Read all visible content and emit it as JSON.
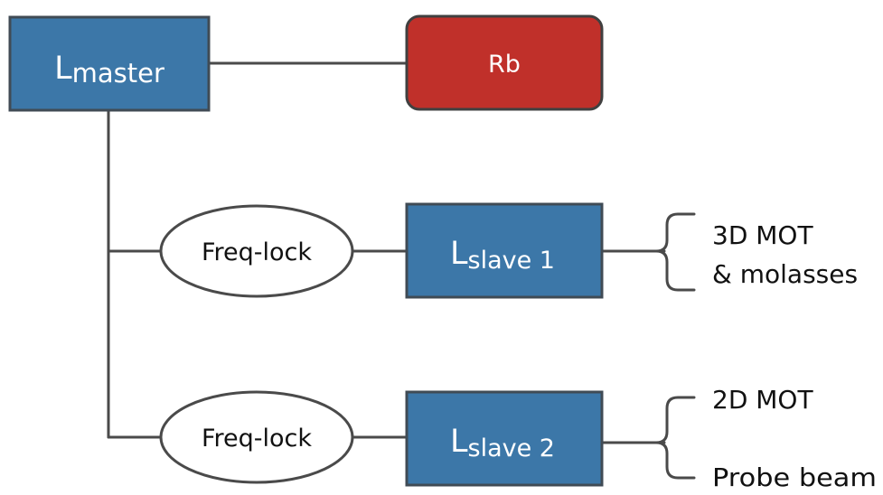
{
  "nodes": {
    "master": {
      "main": "L",
      "sub": "master"
    },
    "rb": {
      "label": "Rb"
    },
    "lock1": {
      "label": "Freq-lock"
    },
    "lock2": {
      "label": "Freq-lock"
    },
    "slave1": {
      "main": "L",
      "sub": "slave 1"
    },
    "slave2": {
      "main": "L",
      "sub": "slave 2"
    }
  },
  "outputs": {
    "slave1": {
      "line1": "3D MOT",
      "line2": "& molasses"
    },
    "slave2": {
      "line1": "2D MOT",
      "line2": "Probe beam"
    }
  },
  "colors": {
    "laser_fill": "#3c77a8",
    "laser_stroke": "#404b55",
    "rb_fill": "#c0302a",
    "rb_stroke": "#404040",
    "line": "#4a4a4a"
  }
}
